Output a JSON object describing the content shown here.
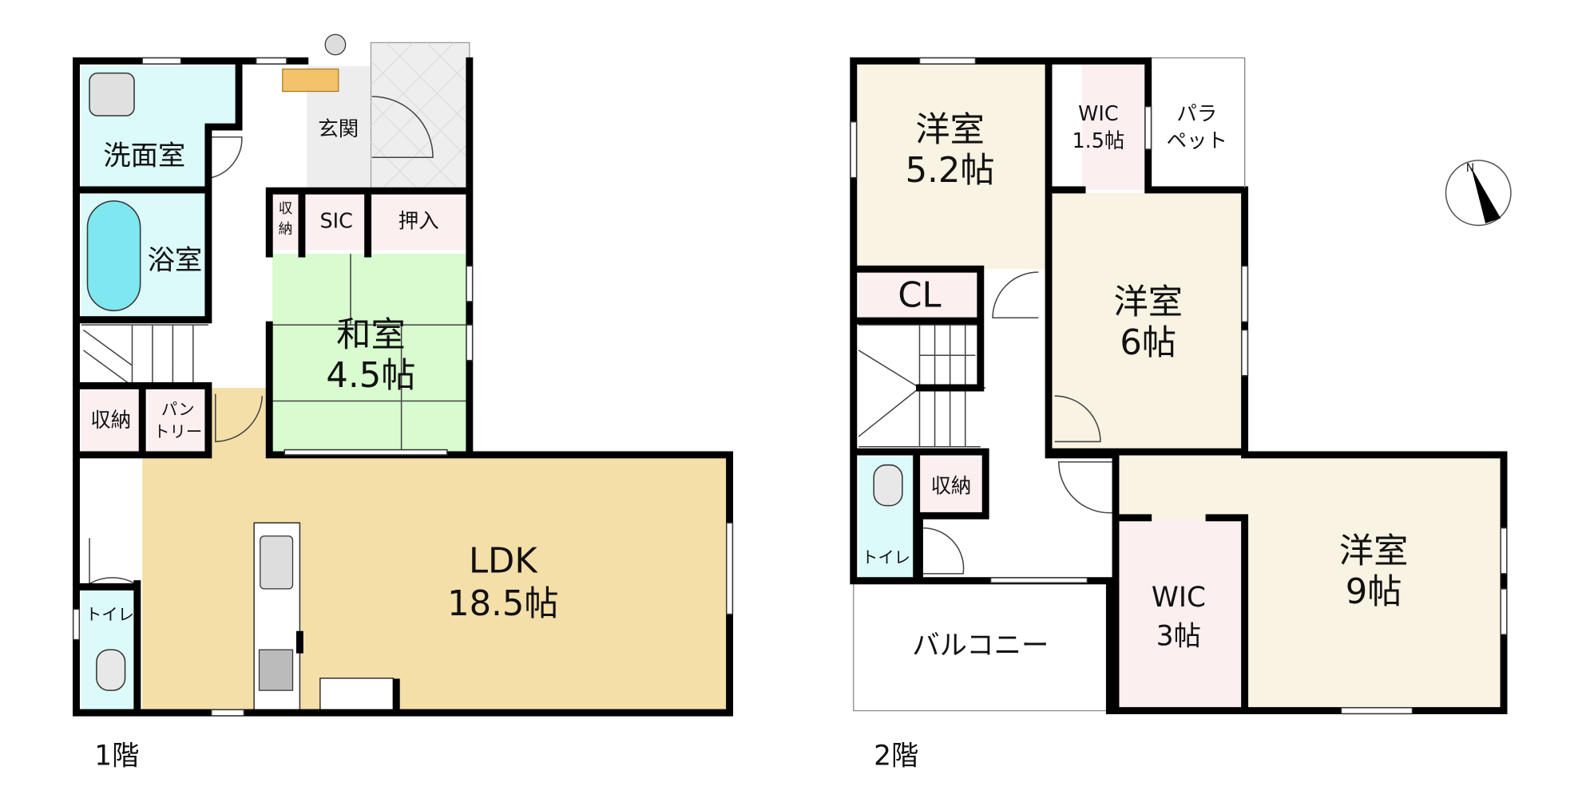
{
  "floor1": {
    "title": "1階",
    "rooms": {
      "washroom": "洗面室",
      "bathroom": "浴室",
      "entrance": "玄関",
      "storage_small": [
        "収",
        "納"
      ],
      "sic": "SIC",
      "oshiire": "押入",
      "japanese_room": {
        "name": "和室",
        "size": "4.5帖"
      },
      "storage": "収納",
      "pantry": [
        "パン",
        "トリー"
      ],
      "ldk": {
        "name": "LDK",
        "size": "18.5帖"
      },
      "toilet": "トイレ"
    }
  },
  "floor2": {
    "title": "2階",
    "rooms": {
      "western_room_1": {
        "name": "洋室",
        "size": "5.2帖"
      },
      "wic_small": {
        "name": "WIC",
        "size": "1.5帖"
      },
      "parapet": [
        "パラ",
        "ペット"
      ],
      "closet": "CL",
      "western_room_2": {
        "name": "洋室",
        "size": "6帖"
      },
      "storage": "収納",
      "toilet": "トイレ",
      "balcony": "バルコニー",
      "wic_large": {
        "name": "WIC",
        "size": "3帖"
      },
      "western_room_3": {
        "name": "洋室",
        "size": "9帖"
      }
    }
  },
  "compass": {
    "label": "N"
  },
  "colors": {
    "wet_area": "#dcfafa",
    "tatami": "#d8fbcf",
    "ldk": "#f5dfa9",
    "western": "#f8f3e2",
    "storage": "#fcefef",
    "bathtub": "#7fe7ef"
  }
}
